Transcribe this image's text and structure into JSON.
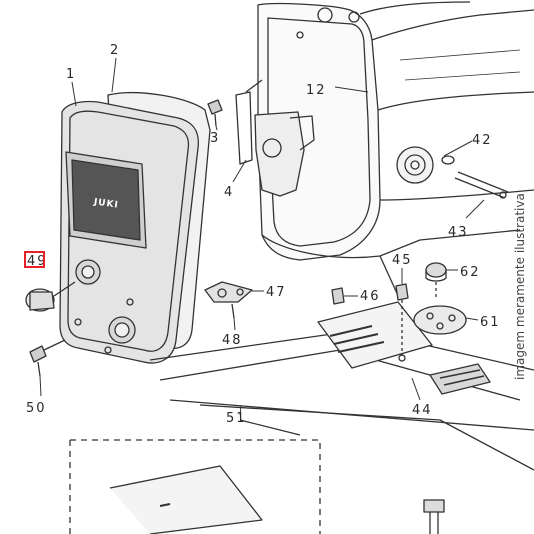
{
  "labels": {
    "l1": "1",
    "l2": "2",
    "l3": "3",
    "l4": "4",
    "l12": "12",
    "l42": "42",
    "l43": "43",
    "l45": "45",
    "l62": "62",
    "l46": "46",
    "l47": "47",
    "l48": "48",
    "l49": "49",
    "l61": "61",
    "l50": "50",
    "l51": "51",
    "l44": "44"
  },
  "nameplate_text": "JUKI",
  "watermark": "imagem meramente ilustrativa",
  "colors": {
    "line": "#333333",
    "panel": "#e4e4e4",
    "highlight": "#e8202a"
  }
}
